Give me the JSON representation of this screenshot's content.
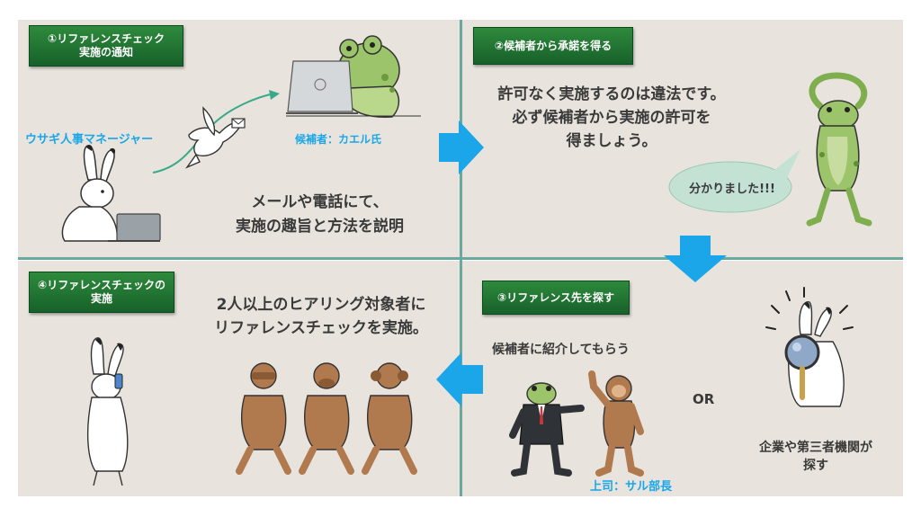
{
  "step1": {
    "label_line1": "①リファレンスチェック",
    "label_line2": "実施の通知",
    "manager": "ウサギ人事マネージャー",
    "candidate": "候補者：カエル氏",
    "text_line1": "メールや電話にて、",
    "text_line2": "実施の趣旨と方法を説明"
  },
  "step2": {
    "label": "②候補者から承諾を得る",
    "text_line1": "許可なく実施するのは違法です。",
    "text_line2": "必ず候補者から実施の許可を",
    "text_line3": "得ましょう。",
    "bubble": "分かりました!!!"
  },
  "step3": {
    "label": "③リファレンス先を探す",
    "intro": "候補者に紹介してもらう",
    "boss": "上司：サル部長",
    "or": "OR",
    "alt_line1": "企業や第三者機関が",
    "alt_line2": "探す"
  },
  "step4": {
    "label_line1": "④リファレンスチェックの",
    "label_line2": "実施",
    "text_line1": "2人以上のヒアリング対象者に",
    "text_line2": "リファレンスチェックを実施。"
  },
  "colors": {
    "panel": "#e8e4dd",
    "divider": "#6aa9a0",
    "label_green": "#1f7a33",
    "arrow_blue": "#1aa6e8",
    "accent_blue": "#1aa6e8",
    "text_dark": "#3a3a3a"
  }
}
